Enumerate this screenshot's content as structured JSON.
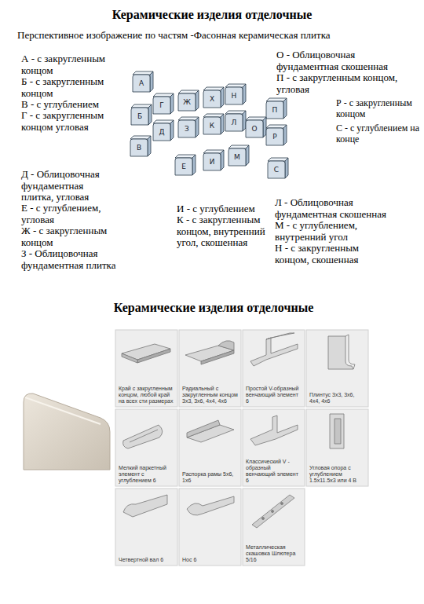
{
  "diagram": {
    "title": "Керамические изделия отделочные",
    "nodes": [
      {
        "text": [
          "Край с закругленным концом, любой край на всех сти размерах"
        ]
      },
      {
        "text": [
          "Радиальный с закругленным концом 3х3, 3х6, 4х4, 4х6"
        ]
      },
      {
        "text": [
          "Простой V-образный венчающий элемент 6"
        ]
      },
      {
        "text": [
          "Плинтус 3х3, 3х6, 4х4, 4х6"
        ]
      },
      {
        "text": [
          "Мелкий паркетный элемент с углублением 6"
        ]
      },
      {
        "text": [
          "Распорка рамы 5х6, 1х6"
        ]
      },
      {
        "text": [
          "Классический V - образный венчающий элемент 6"
        ]
      },
      {
        "text": [
          "Угловая опора с углублением 1.5х11.5х3 или 4 В"
        ]
      },
      {
        "text": [
          "Четвертной вал 6"
        ]
      },
      {
        "text": [
          "Нос 6"
        ]
      },
      {
        "text": [
          "Металлическая скашовка Шлютера 5/16"
        ]
      }
    ],
    "labels": [
      "Перспективное изображение по частям -Фасонная керамическая плитка",
      "А - с закругленным концом",
      "Б - с закругленным концом",
      "В - с углублением",
      "Г - с закругленным концом угловая",
      "О - Облицовочная фундаментная скошенная",
      "П - с закругленным концом, угловая",
      "Р - с закругленным концом",
      "С - с углублением на конце",
      "А",
      "Б",
      "В",
      "Г",
      "Ж",
      "Х",
      "Н",
      "П",
      "Д",
      "З",
      "К",
      "Л",
      "О",
      "Р",
      "Е",
      "И",
      "М",
      "С",
      "Д - Облицовочная фундаментная плитка, угловая",
      "Е - с углублением, угловая",
      "Ж - с закругленным концом",
      "З - Облицовочная фундаментная плитка",
      "И - с углублением",
      "К - с закругленным концом, внутренний угол, скошенная",
      "Л - Облицовочная фундаментная скошенная",
      "М - с углублением, внутренний угол",
      "Н - с закругленным концом, скошенная",
      "Керамические изделия отделочные"
    ]
  }
}
